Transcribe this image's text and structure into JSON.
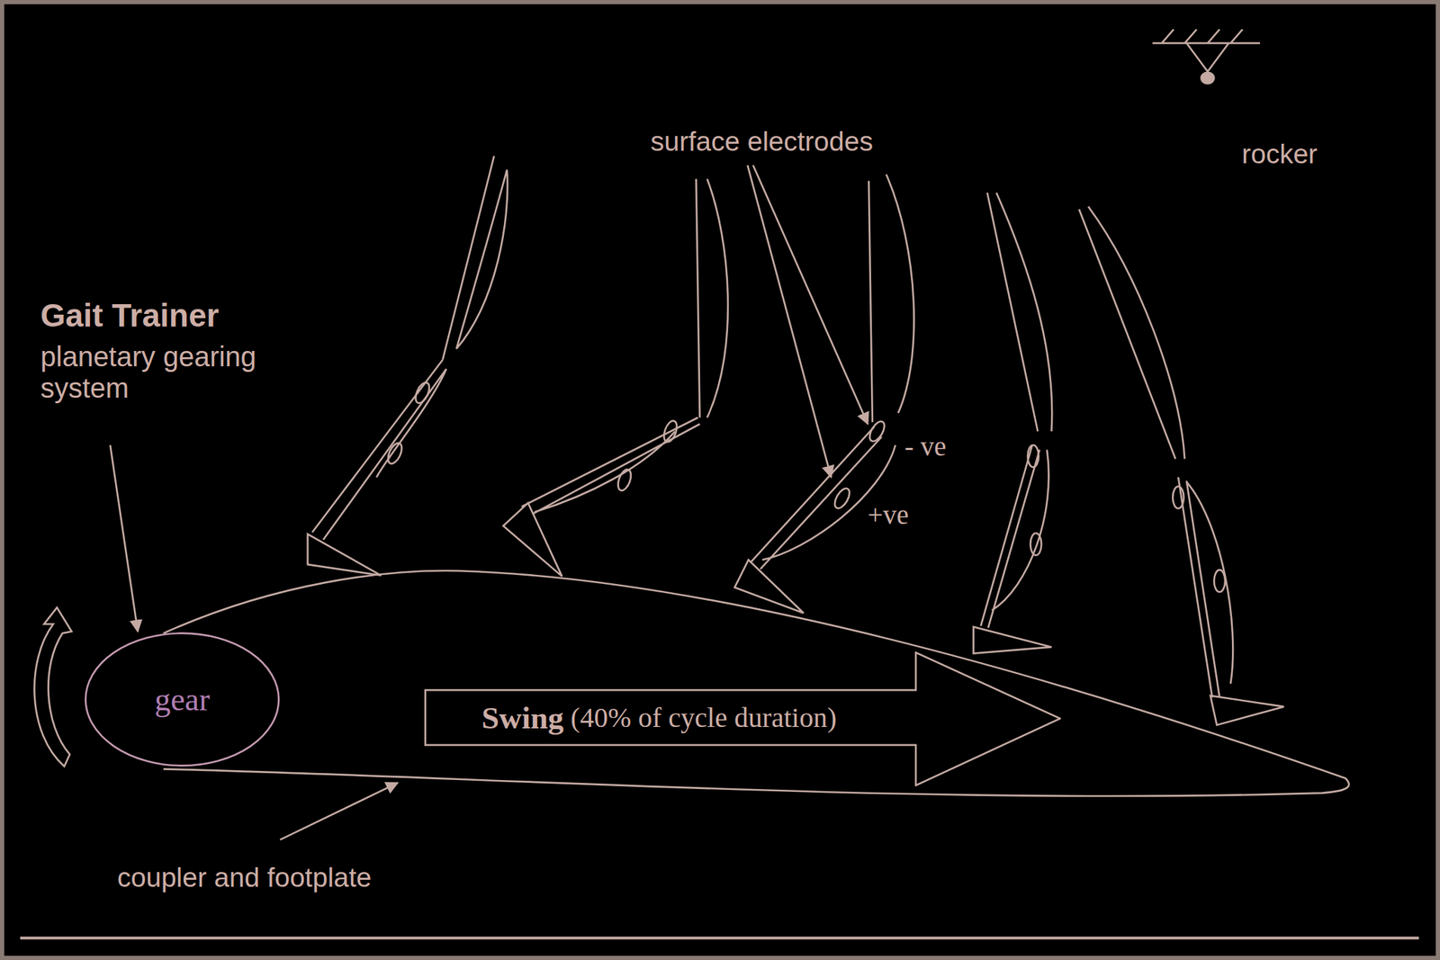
{
  "diagram": {
    "nodes": [
      {
        "text": [
          "gear"
        ]
      },
      {
        "text": [
          "Swing",
          "(40% of cycle duration)"
        ]
      }
    ],
    "labels": [
      "Gait Trainer",
      "planetary gearing system",
      "surface electrodes",
      "rocker",
      "- ve",
      "+ve",
      "coupler and footplate"
    ]
  }
}
